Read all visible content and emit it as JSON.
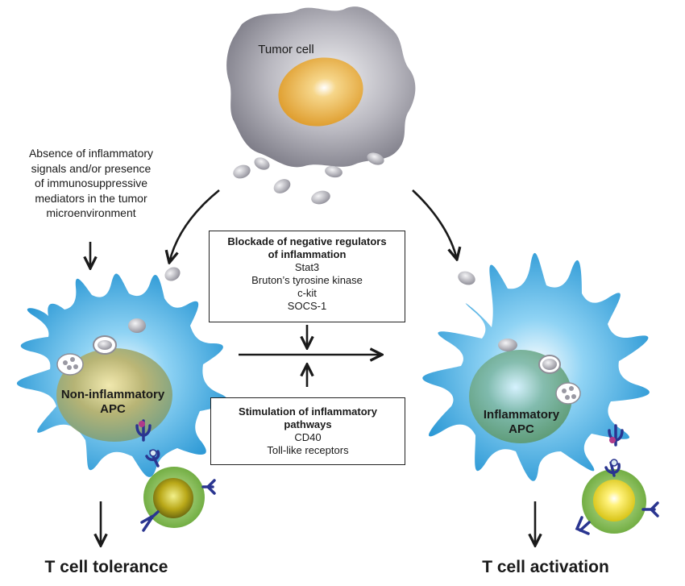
{
  "tumor": {
    "label": "Tumor cell"
  },
  "left_note": {
    "lines": [
      "Absence of inflammatory",
      "signals and/or presence",
      "of immunosuppressive",
      "mediators in the tumor",
      "microenvironment"
    ]
  },
  "blockade_box": {
    "title_lines": [
      "Blockade of negative regulators",
      "of inflammation"
    ],
    "items": [
      "Stat3",
      "Bruton’s tyrosine kinase",
      "c-kit",
      "SOCS-1"
    ]
  },
  "stimulation_box": {
    "title_lines": [
      "Stimulation  of inflammatory",
      "pathways"
    ],
    "items": [
      "CD40",
      "Toll-like receptors"
    ]
  },
  "left_apc": {
    "label_lines": [
      "Non-inflammatory",
      "APC"
    ]
  },
  "right_apc": {
    "label_lines": [
      "Inflammatory",
      "APC"
    ]
  },
  "outcomes": {
    "left": "T cell tolerance",
    "right": "T cell activation"
  },
  "colors": {
    "tumor_body": "#9d9ca6",
    "tumor_nucleus": "#e9a93a",
    "apc_blue": "#2b9fd8",
    "apc_nucleus": "#a7a860",
    "tcell_outer": "#7fb848",
    "tcell_inner": "#d9c21e",
    "receptor": "#2a3590"
  }
}
